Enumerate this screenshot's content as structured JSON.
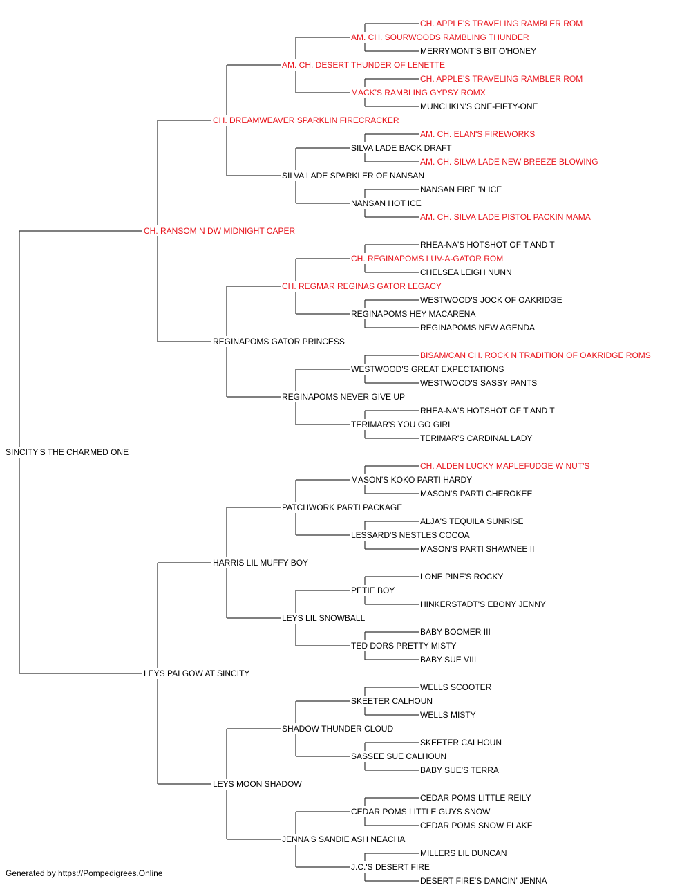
{
  "colors": {
    "champion": "#e8141c",
    "normal": "#000000",
    "line": "#333333"
  },
  "pedigree": {
    "name": "SINCITY'S THE CHARMED ONE",
    "champion": false,
    "sire": {
      "name": "CH. RANSOM N DW MIDNIGHT CAPER",
      "champion": true,
      "sire": {
        "name": "CH. DREAMWEAVER SPARKLIN FIRECRACKER",
        "champion": true,
        "sire": {
          "name": "AM. CH. DESERT THUNDER OF LENETTE",
          "champion": true,
          "sire": {
            "name": "AM. CH. SOURWOODS RAMBLING THUNDER",
            "champion": true,
            "sire": {
              "name": "CH. APPLE'S TRAVELING RAMBLER ROM",
              "champion": true
            },
            "dam": {
              "name": "MERRYMONT'S BIT O'HONEY",
              "champion": false
            }
          },
          "dam": {
            "name": "MACK'S RAMBLING GYPSY ROMX",
            "champion": true,
            "sire": {
              "name": "CH. APPLE'S TRAVELING RAMBLER ROM",
              "champion": true
            },
            "dam": {
              "name": "MUNCHKIN'S ONE-FIFTY-ONE",
              "champion": false
            }
          }
        },
        "dam": {
          "name": "SILVA LADE SPARKLER OF NANSAN",
          "champion": false,
          "sire": {
            "name": "SILVA LADE BACK DRAFT",
            "champion": false,
            "sire": {
              "name": "AM. CH. ELAN'S FIREWORKS",
              "champion": true
            },
            "dam": {
              "name": "AM. CH. SILVA LADE NEW BREEZE BLOWING",
              "champion": true
            }
          },
          "dam": {
            "name": "NANSAN HOT ICE",
            "champion": false,
            "sire": {
              "name": "NANSAN FIRE 'N ICE",
              "champion": false
            },
            "dam": {
              "name": "AM. CH. SILVA LADE PISTOL PACKIN MAMA",
              "champion": true
            }
          }
        }
      },
      "dam": {
        "name": "REGINAPOMS GATOR PRINCESS",
        "champion": false,
        "sire": {
          "name": "CH. REGMAR REGINAS GATOR LEGACY",
          "champion": true,
          "sire": {
            "name": "CH. REGINAPOMS LUV-A-GATOR ROM",
            "champion": true,
            "sire": {
              "name": "RHEA-NA'S HOTSHOT OF T AND T",
              "champion": false
            },
            "dam": {
              "name": "CHELSEA LEIGH NUNN",
              "champion": false
            }
          },
          "dam": {
            "name": "REGINAPOMS HEY MACARENA",
            "champion": false,
            "sire": {
              "name": "WESTWOOD'S JOCK OF OAKRIDGE",
              "champion": false
            },
            "dam": {
              "name": "REGINAPOMS NEW AGENDA",
              "champion": false
            }
          }
        },
        "dam": {
          "name": "REGINAPOMS NEVER GIVE UP",
          "champion": false,
          "sire": {
            "name": "WESTWOOD'S GREAT EXPECTATIONS",
            "champion": false,
            "sire": {
              "name": "BISAM/CAN CH. ROCK N TRADITION OF OAKRIDGE ROMS",
              "champion": true
            },
            "dam": {
              "name": "WESTWOOD'S SASSY PANTS",
              "champion": false
            }
          },
          "dam": {
            "name": "TERIMAR'S YOU GO GIRL",
            "champion": false,
            "sire": {
              "name": "RHEA-NA'S HOTSHOT OF T AND T",
              "champion": false
            },
            "dam": {
              "name": "TERIMAR'S CARDINAL LADY",
              "champion": false
            }
          }
        }
      }
    },
    "dam": {
      "name": "LEYS PAI GOW AT SINCITY",
      "champion": false,
      "sire": {
        "name": "HARRIS LIL MUFFY BOY",
        "champion": false,
        "sire": {
          "name": "PATCHWORK PARTI PACKAGE",
          "champion": false,
          "sire": {
            "name": "MASON'S KOKO PARTI HARDY",
            "champion": false,
            "sire": {
              "name": "CH. ALDEN LUCKY MAPLEFUDGE W NUT'S",
              "champion": true
            },
            "dam": {
              "name": "MASON'S PARTI CHEROKEE",
              "champion": false
            }
          },
          "dam": {
            "name": "LESSARD'S NESTLES COCOA",
            "champion": false,
            "sire": {
              "name": "ALJA'S TEQUILA SUNRISE",
              "champion": false
            },
            "dam": {
              "name": "MASON'S PARTI SHAWNEE II",
              "champion": false
            }
          }
        },
        "dam": {
          "name": "LEYS LIL SNOWBALL",
          "champion": false,
          "sire": {
            "name": "PETIE BOY",
            "champion": false,
            "sire": {
              "name": "LONE PINE'S ROCKY",
              "champion": false
            },
            "dam": {
              "name": "HINKERSTADT'S EBONY JENNY",
              "champion": false
            }
          },
          "dam": {
            "name": "TED DORS PRETTY MISTY",
            "champion": false,
            "sire": {
              "name": "BABY BOOMER III",
              "champion": false
            },
            "dam": {
              "name": "BABY SUE VIII",
              "champion": false
            }
          }
        }
      },
      "dam": {
        "name": "LEYS MOON SHADOW",
        "champion": false,
        "sire": {
          "name": "SHADOW THUNDER CLOUD",
          "champion": false,
          "sire": {
            "name": "SKEETER CALHOUN",
            "champion": false,
            "sire": {
              "name": "WELLS SCOOTER",
              "champion": false
            },
            "dam": {
              "name": "WELLS MISTY",
              "champion": false
            }
          },
          "dam": {
            "name": "SASSEE SUE CALHOUN",
            "champion": false,
            "sire": {
              "name": "SKEETER CALHOUN",
              "champion": false
            },
            "dam": {
              "name": "BABY SUE'S TERRA",
              "champion": false
            }
          }
        },
        "dam": {
          "name": "JENNA'S SANDIE ASH NEACHA",
          "champion": false,
          "sire": {
            "name": "CEDAR POMS LITTLE GUYS SNOW",
            "champion": false,
            "sire": {
              "name": "CEDAR POMS LITTLE REILY",
              "champion": false
            },
            "dam": {
              "name": "CEDAR POMS SNOW FLAKE",
              "champion": false
            }
          },
          "dam": {
            "name": "J.C.'S DESERT FIRE",
            "champion": false,
            "sire": {
              "name": "MILLERS LIL DUNCAN",
              "champion": false
            },
            "dam": {
              "name": "DESERT FIRE'S DANCIN' JENNA",
              "champion": false
            }
          }
        }
      }
    }
  },
  "footer": "Generated by https://Pompedigrees.Online"
}
